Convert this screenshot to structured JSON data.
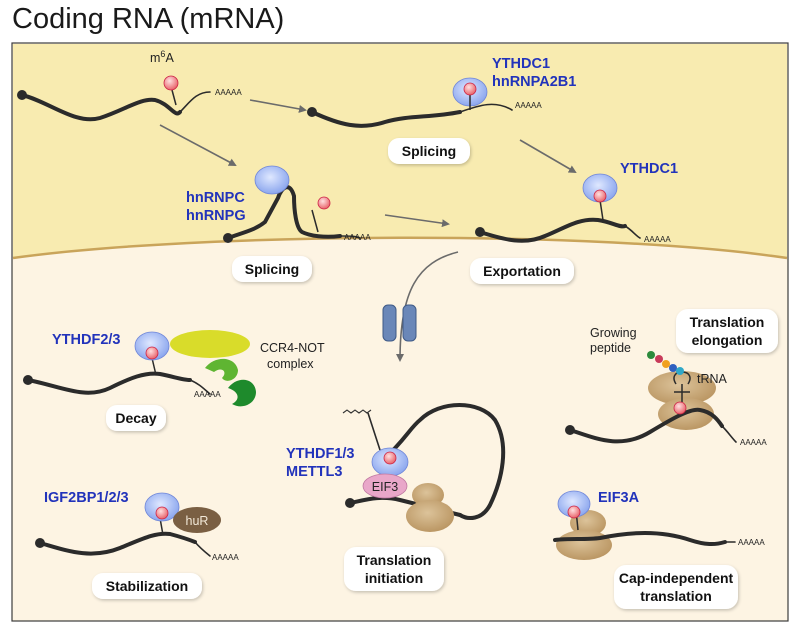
{
  "title": "Coding RNA (mRNA)",
  "modification": {
    "base": "m",
    "sup": "6",
    "rest": "A"
  },
  "poly_a": "AAAAA",
  "nucleus": {
    "readers_1": [
      "YTHDC1",
      "hnRNPA2B1"
    ],
    "readers_2": [
      "hnRNPC",
      "hnRNPG"
    ],
    "readers_3": "YTHDC1",
    "step_splicing_a": "Splicing",
    "step_splicing_b": "Splicing",
    "step_export": "Exportation"
  },
  "cytoplasm": {
    "decay_reader": "YTHDF2/3",
    "decay_complex": [
      "CCR4-NOT",
      "complex"
    ],
    "decay_label": "Decay",
    "stab_reader": "IGF2BP1/2/3",
    "stab_partner": "huR",
    "stab_label": "Stabilization",
    "init_readers": [
      "YTHDF1/3",
      "METTL3"
    ],
    "init_factor": "EIF3",
    "init_label": [
      "Translation",
      "initiation"
    ],
    "elong_label": [
      "Translation",
      "elongation"
    ],
    "elong_peptide": [
      "Growing",
      "peptide"
    ],
    "elong_trna": "tRNA",
    "capind_reader": "EIF3A",
    "capind_label": [
      "Cap-independent",
      "translation"
    ]
  },
  "colors": {
    "nucleus": "#f8ebb0",
    "cytoplasm": "#fdf4e3",
    "reader_blue": "#a9bff3",
    "m6a_pink": "#f79a9a",
    "ribosome": "#c9a877",
    "label_blue": "#2233bb"
  }
}
